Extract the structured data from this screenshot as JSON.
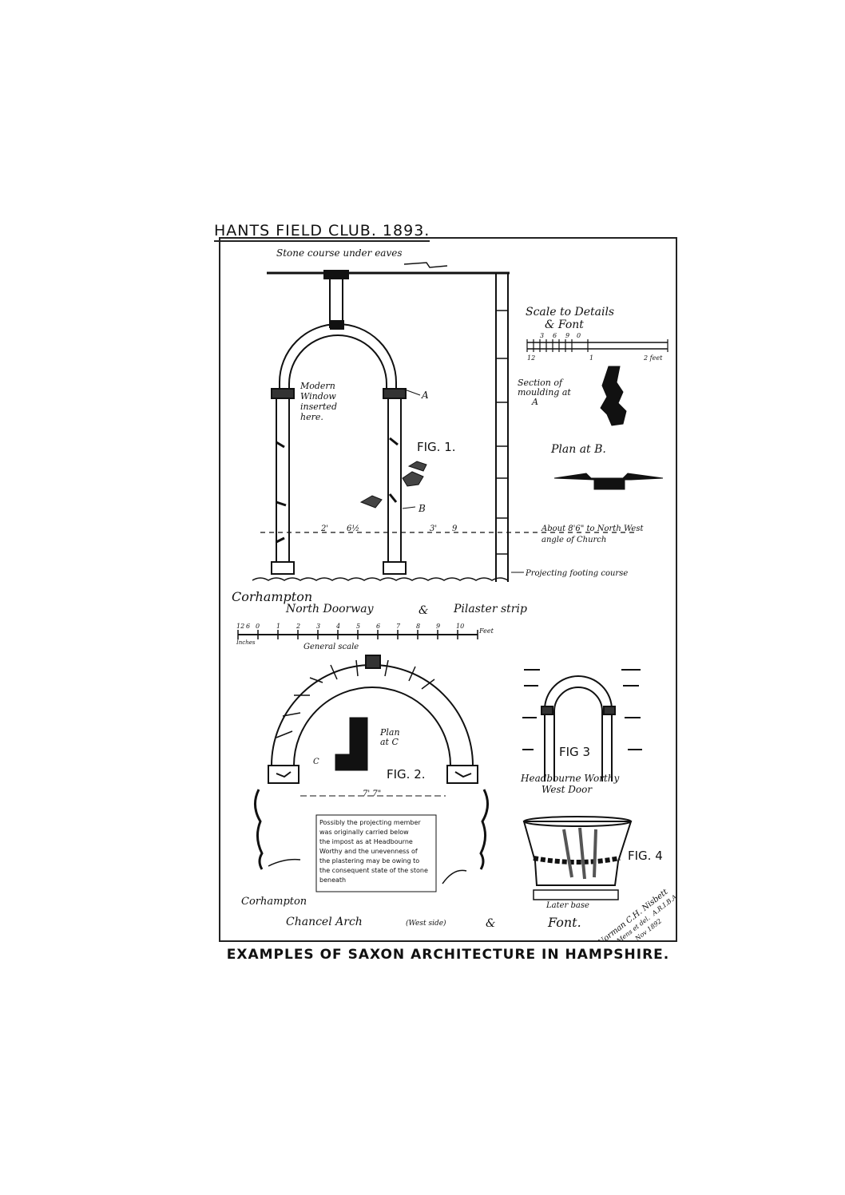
{
  "plate": {
    "header": "HANTS FIELD CLUB. 1893.",
    "caption": "EXAMPLES OF SAXON ARCHITECTURE IN HAMPSHIRE."
  },
  "fig1": {
    "fig_label": "FIG. 1.",
    "stone_course": "Stone course under eaves",
    "modern_window": [
      "Modern",
      "Window",
      "inserted",
      "here."
    ],
    "label_a": "A",
    "label_b": "B",
    "north_west_note": [
      "About 8'6\" to North West",
      "angle of Church"
    ],
    "footing": "Projecting footing course",
    "place": "Corhampton",
    "title": "North Doorway",
    "amp": "&",
    "pilaster": "Pilaster strip",
    "dims": [
      "2'",
      "6½",
      "3'",
      "9"
    ],
    "general_scale": "General scale",
    "scale_numbers": [
      "12",
      "6",
      "0",
      "1",
      "2",
      "3",
      "4",
      "5",
      "6",
      "7",
      "8",
      "9",
      "10"
    ],
    "scale_feet": "Feet",
    "scale_inches": "Inches"
  },
  "details": {
    "scale_title": [
      "Scale to Details",
      "& Font"
    ],
    "scale_numbers": [
      "12",
      "3",
      "6",
      "9",
      "0",
      "1",
      "2 feet"
    ],
    "section_label": [
      "Section of",
      "moulding at",
      "A"
    ],
    "plan_b": "Plan at B."
  },
  "fig2": {
    "fig_label": "FIG. 2.",
    "plan_c": [
      "Plan",
      "at C"
    ],
    "label_c": "C",
    "span": "7' 7\"",
    "note": [
      "Possibly the projecting member",
      "was originally carried below",
      "the impost as at Headbourne",
      "Worthy and the unevenness of",
      "the plastering may be owing to",
      "the consequent state of the stone",
      "beneath"
    ],
    "place": "Corhampton",
    "title": "Chancel Arch",
    "west_side": "(West side)",
    "amp": "&"
  },
  "fig3": {
    "fig_label": "FIG 3",
    "place": "Headbourne Worthy",
    "title": "West Door"
  },
  "fig4": {
    "fig_label": "FIG. 4",
    "later_base": "Later base",
    "title": "Font."
  },
  "signature": [
    "Norman C.H. Nisbett",
    "Mens et del.",
    "A.R.I.B.A.",
    "Nov 1892"
  ]
}
